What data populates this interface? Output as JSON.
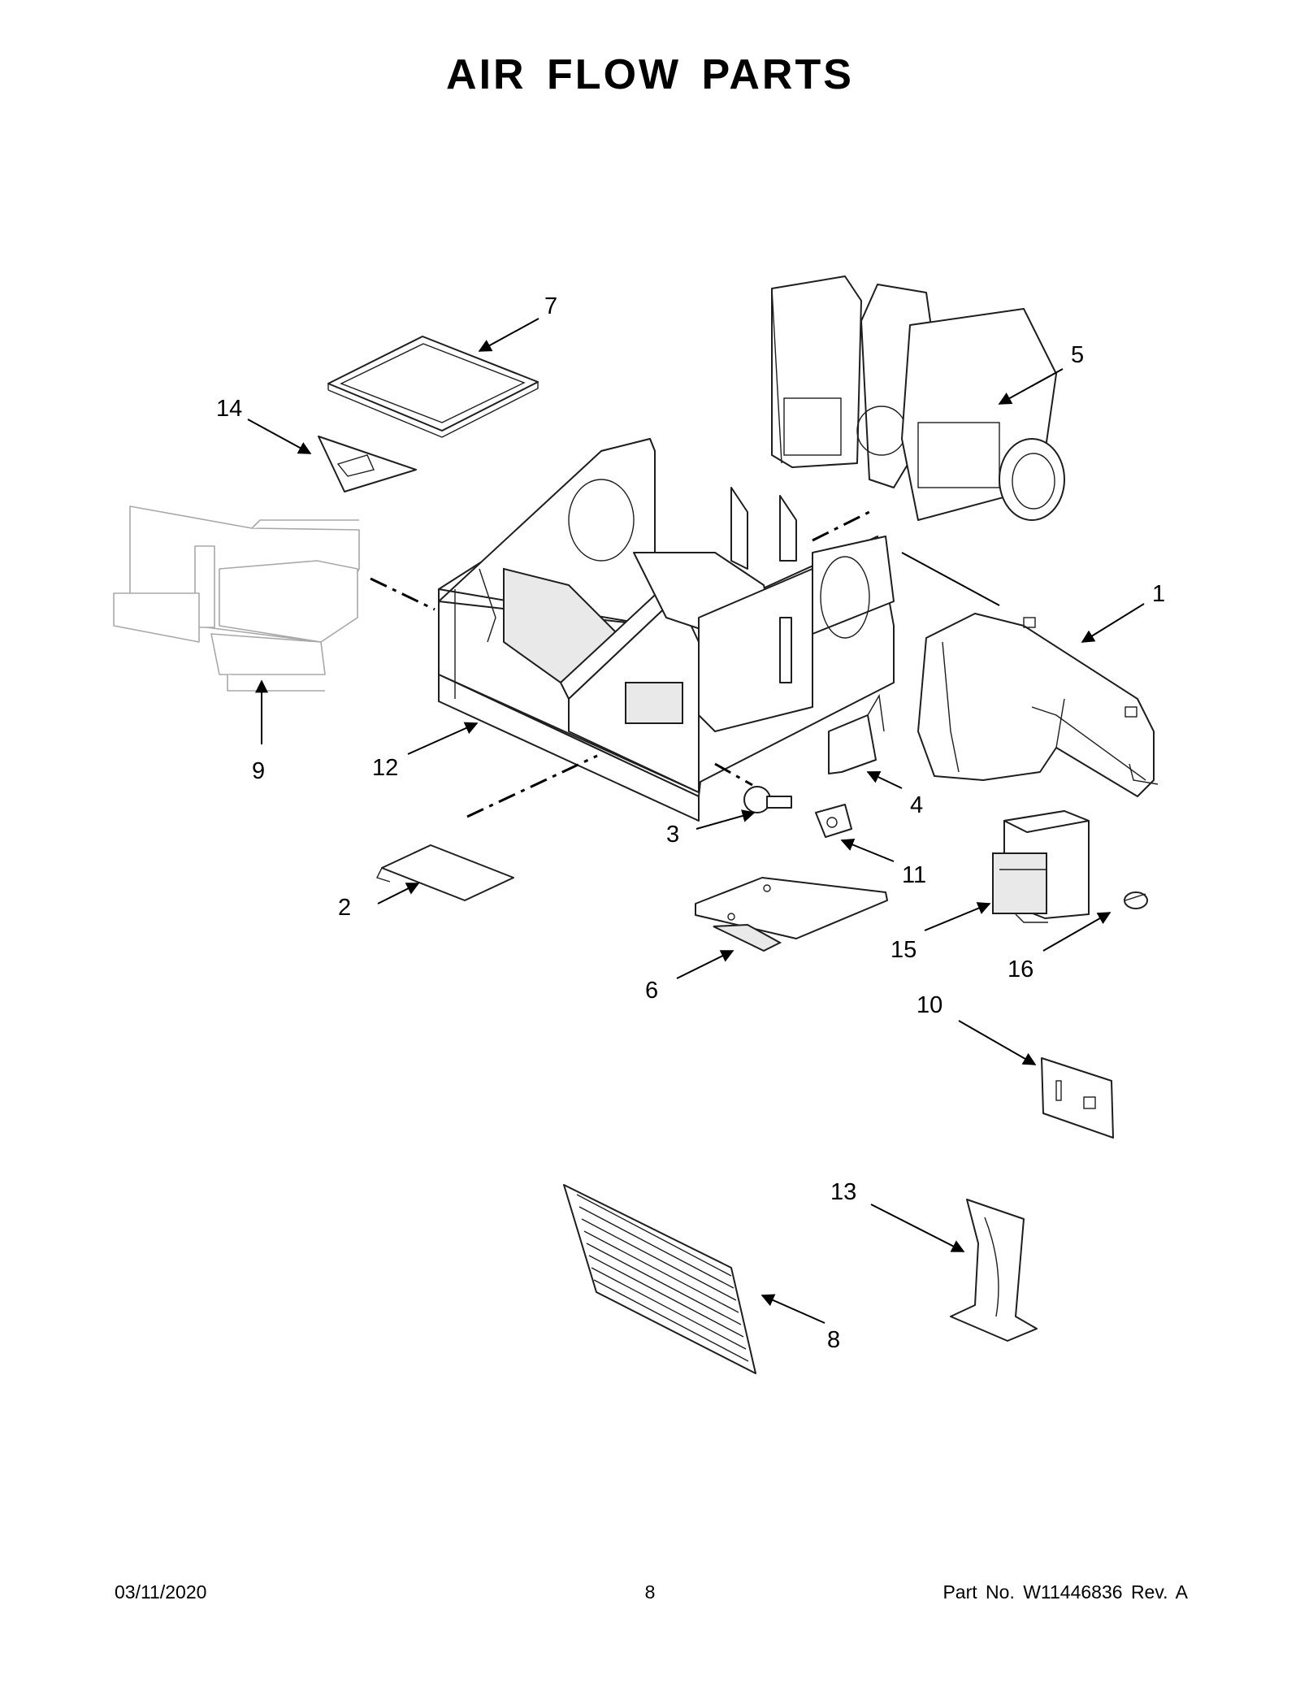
{
  "page": {
    "title": "AIR FLOW PARTS",
    "footer": {
      "date": "03/11/2020",
      "page_number": "8",
      "part_number": "Part No.  W11446836  Rev.  A"
    }
  },
  "callouts": [
    "1",
    "2",
    "3",
    "4",
    "5",
    "6",
    "7",
    "8",
    "9",
    "10",
    "11",
    "12",
    "13",
    "14",
    "15",
    "16"
  ]
}
